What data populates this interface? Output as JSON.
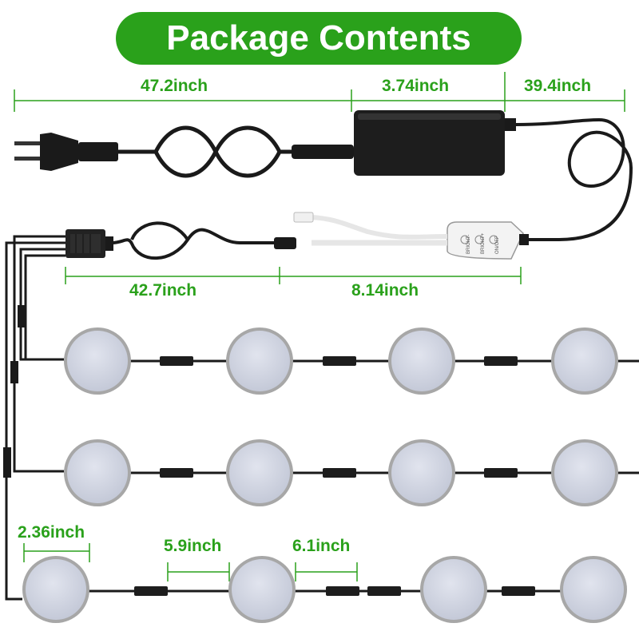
{
  "title": "Package Contents",
  "colors": {
    "accent": "#2aa11b",
    "cable": "#1a1a1a",
    "white_cable": "#e8e8e8",
    "puck_face": "#cdd1de",
    "puck_rim": "#a9a9a9"
  },
  "dimensions": {
    "power_cord": "47.2inch",
    "adapter": "3.74inch",
    "adapter_cable": "39.4inch",
    "splitter_cable": "42.7inch",
    "controller_cable": "8.14inch",
    "light_diameter": "2.36inch",
    "connector_short": "5.9inch",
    "connector_long": "6.1inch"
  },
  "controller": {
    "buttons": [
      "ON/OFF",
      "BRIGHT+",
      "BRIGHT-"
    ]
  }
}
